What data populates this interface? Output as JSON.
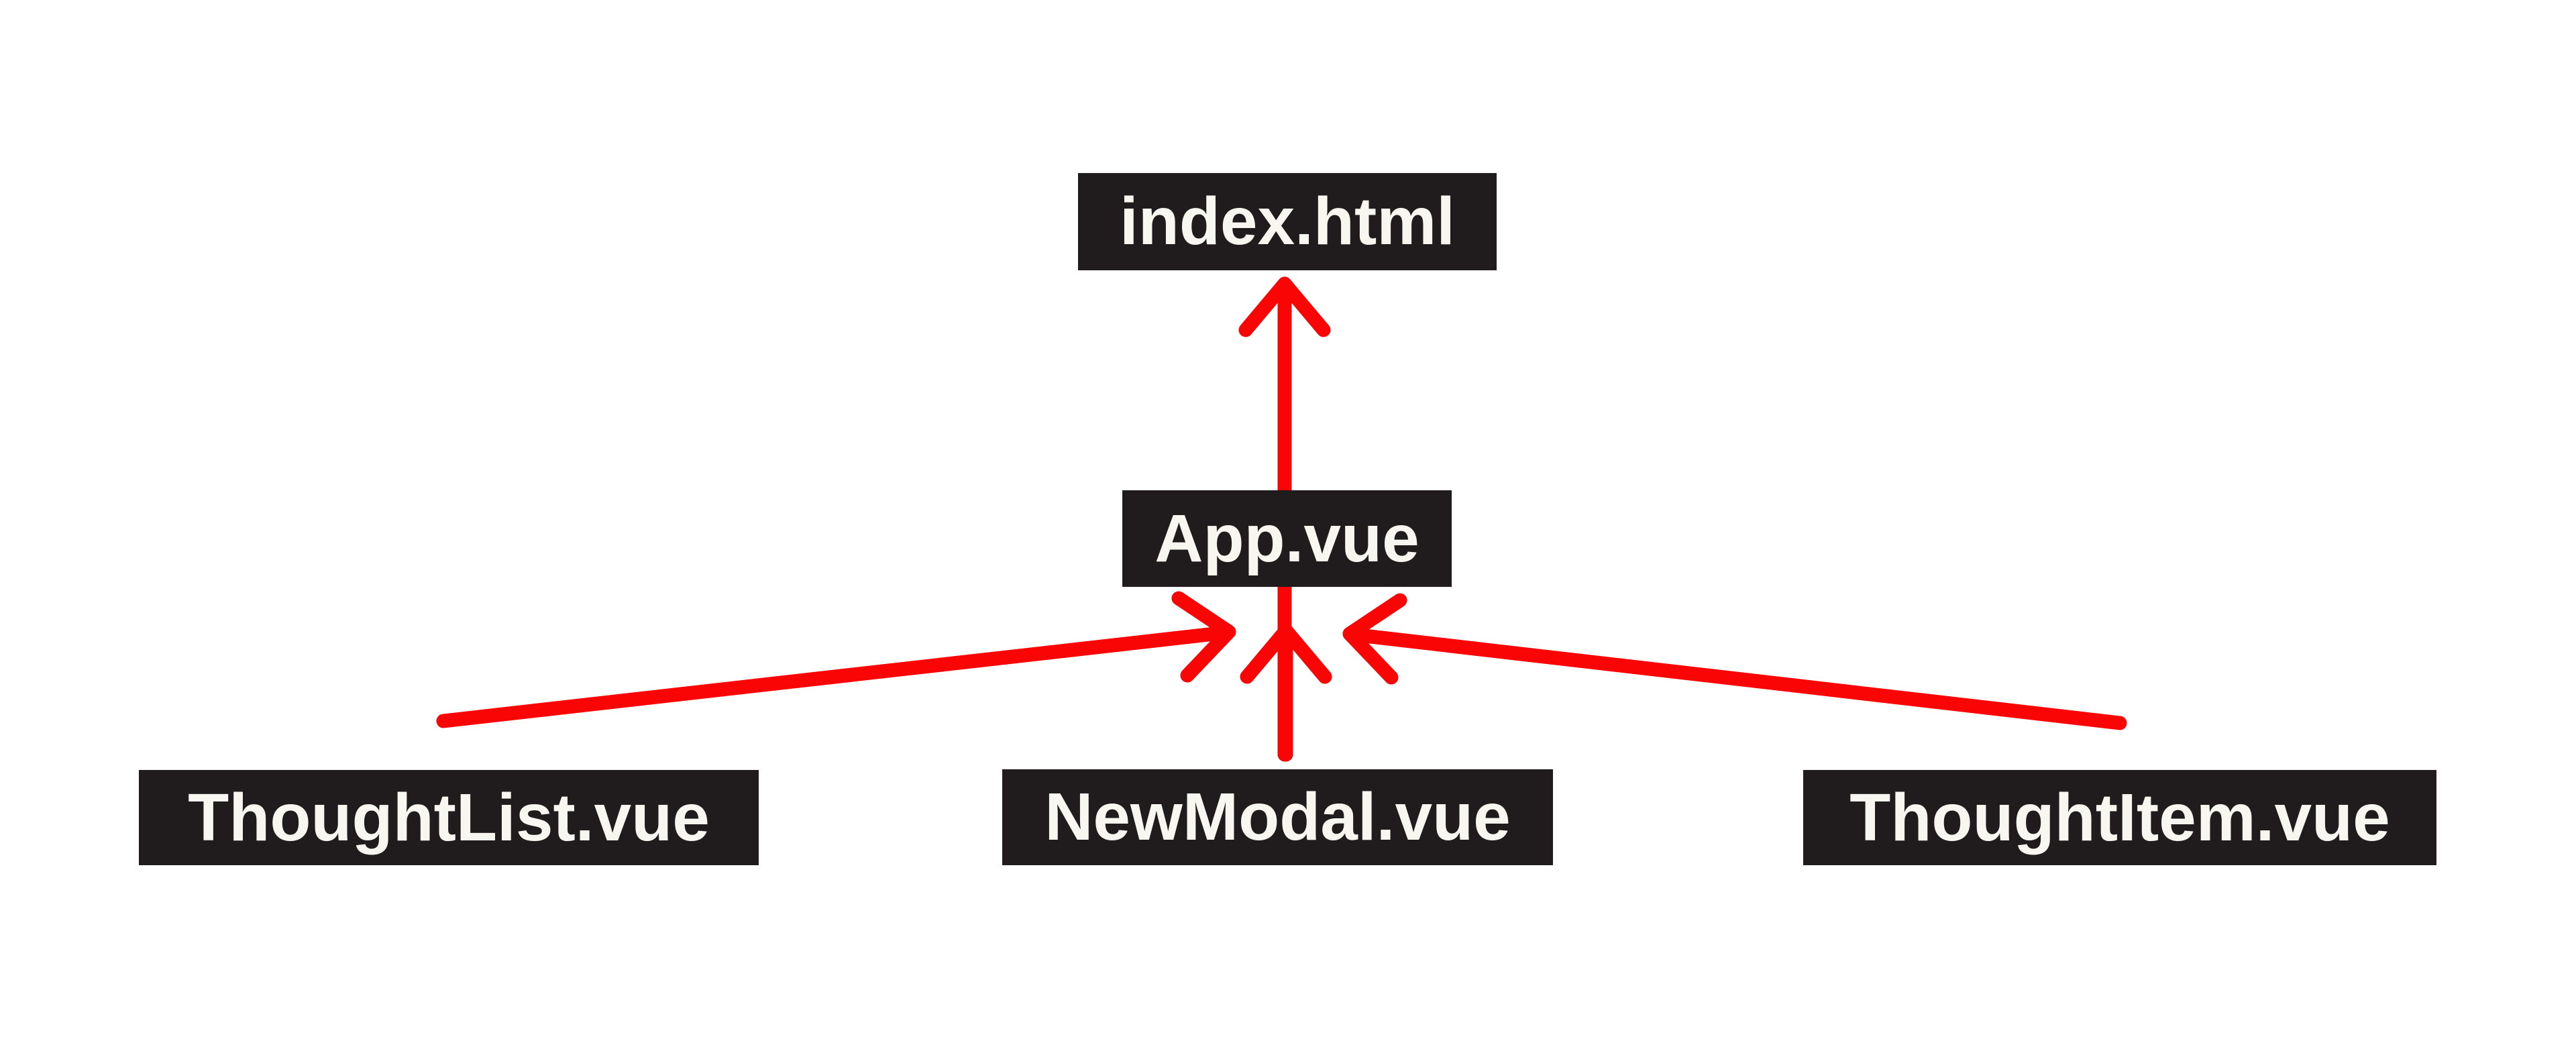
{
  "diagram_type": "component-hierarchy",
  "nodes": [
    {
      "id": "index-html",
      "label": "index.html"
    },
    {
      "id": "app-vue",
      "label": "App.vue"
    },
    {
      "id": "thoughtlist-vue",
      "label": "ThoughtList.vue"
    },
    {
      "id": "newmodal-vue",
      "label": "NewModal.vue"
    },
    {
      "id": "thoughtitem-vue",
      "label": "ThoughtItem.vue"
    }
  ],
  "edges": [
    {
      "from": "App.vue",
      "to": "index.html"
    },
    {
      "from": "ThoughtList.vue",
      "to": "App.vue"
    },
    {
      "from": "NewModal.vue",
      "to": "App.vue"
    },
    {
      "from": "ThoughtItem.vue",
      "to": "App.vue"
    }
  ],
  "colors": {
    "background": "#ffffff",
    "node_bg": "#201b1c",
    "node_text": "#f7f6f1",
    "arrow": "#fa0505"
  }
}
